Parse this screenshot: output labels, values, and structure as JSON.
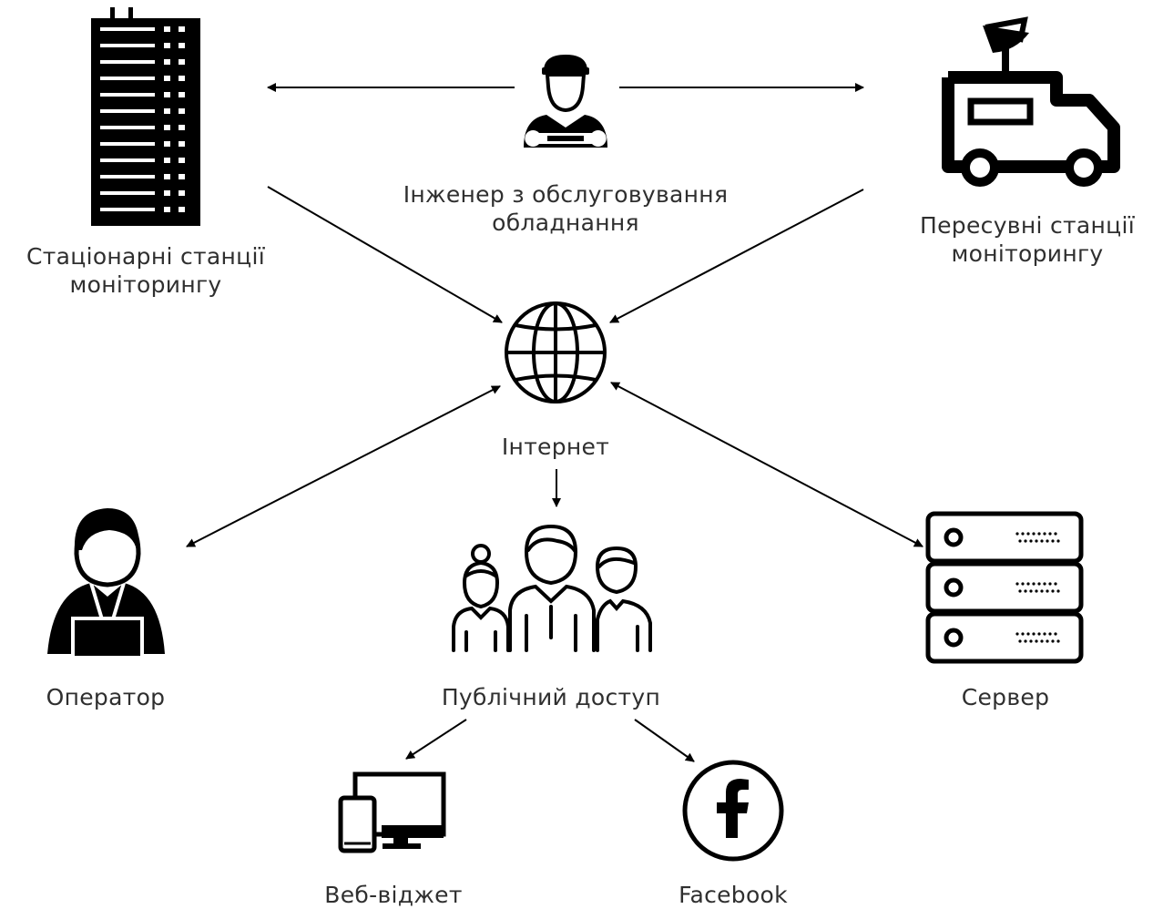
{
  "nodes": {
    "stationary": {
      "label_line1": "Стаціонарні станції",
      "label_line2": "моніторингу",
      "icon": "building-icon"
    },
    "engineer": {
      "label_line1": "Інженер з обслуговування",
      "label_line2": "обладнання",
      "icon": "engineer-icon"
    },
    "mobile": {
      "label_line1": "Пересувні станції",
      "label_line2": "моніторингу",
      "icon": "van-icon"
    },
    "internet": {
      "label": "Інтернет",
      "icon": "globe-icon"
    },
    "operator": {
      "label": "Оператор",
      "icon": "operator-icon"
    },
    "public": {
      "label": "Публічний доступ",
      "icon": "people-group-icon"
    },
    "server": {
      "label": "Сервер",
      "icon": "server-icon"
    },
    "widget": {
      "label": "Веб-віджет",
      "icon": "devices-icon"
    },
    "facebook": {
      "label": "Facebook",
      "icon": "facebook-icon"
    }
  },
  "edges": [
    {
      "from": "engineer",
      "to": "stationary",
      "direction": "one-way"
    },
    {
      "from": "engineer",
      "to": "mobile",
      "direction": "one-way"
    },
    {
      "from": "stationary",
      "to": "internet",
      "direction": "one-way"
    },
    {
      "from": "mobile",
      "to": "internet",
      "direction": "one-way"
    },
    {
      "from": "internet",
      "to": "operator",
      "direction": "two-way"
    },
    {
      "from": "internet",
      "to": "server",
      "direction": "two-way"
    },
    {
      "from": "internet",
      "to": "public",
      "direction": "one-way"
    },
    {
      "from": "public",
      "to": "widget",
      "direction": "one-way"
    },
    {
      "from": "public",
      "to": "facebook",
      "direction": "one-way"
    }
  ],
  "colors": {
    "ink": "#000000",
    "text": "#2f2f2f",
    "background": "#ffffff"
  }
}
